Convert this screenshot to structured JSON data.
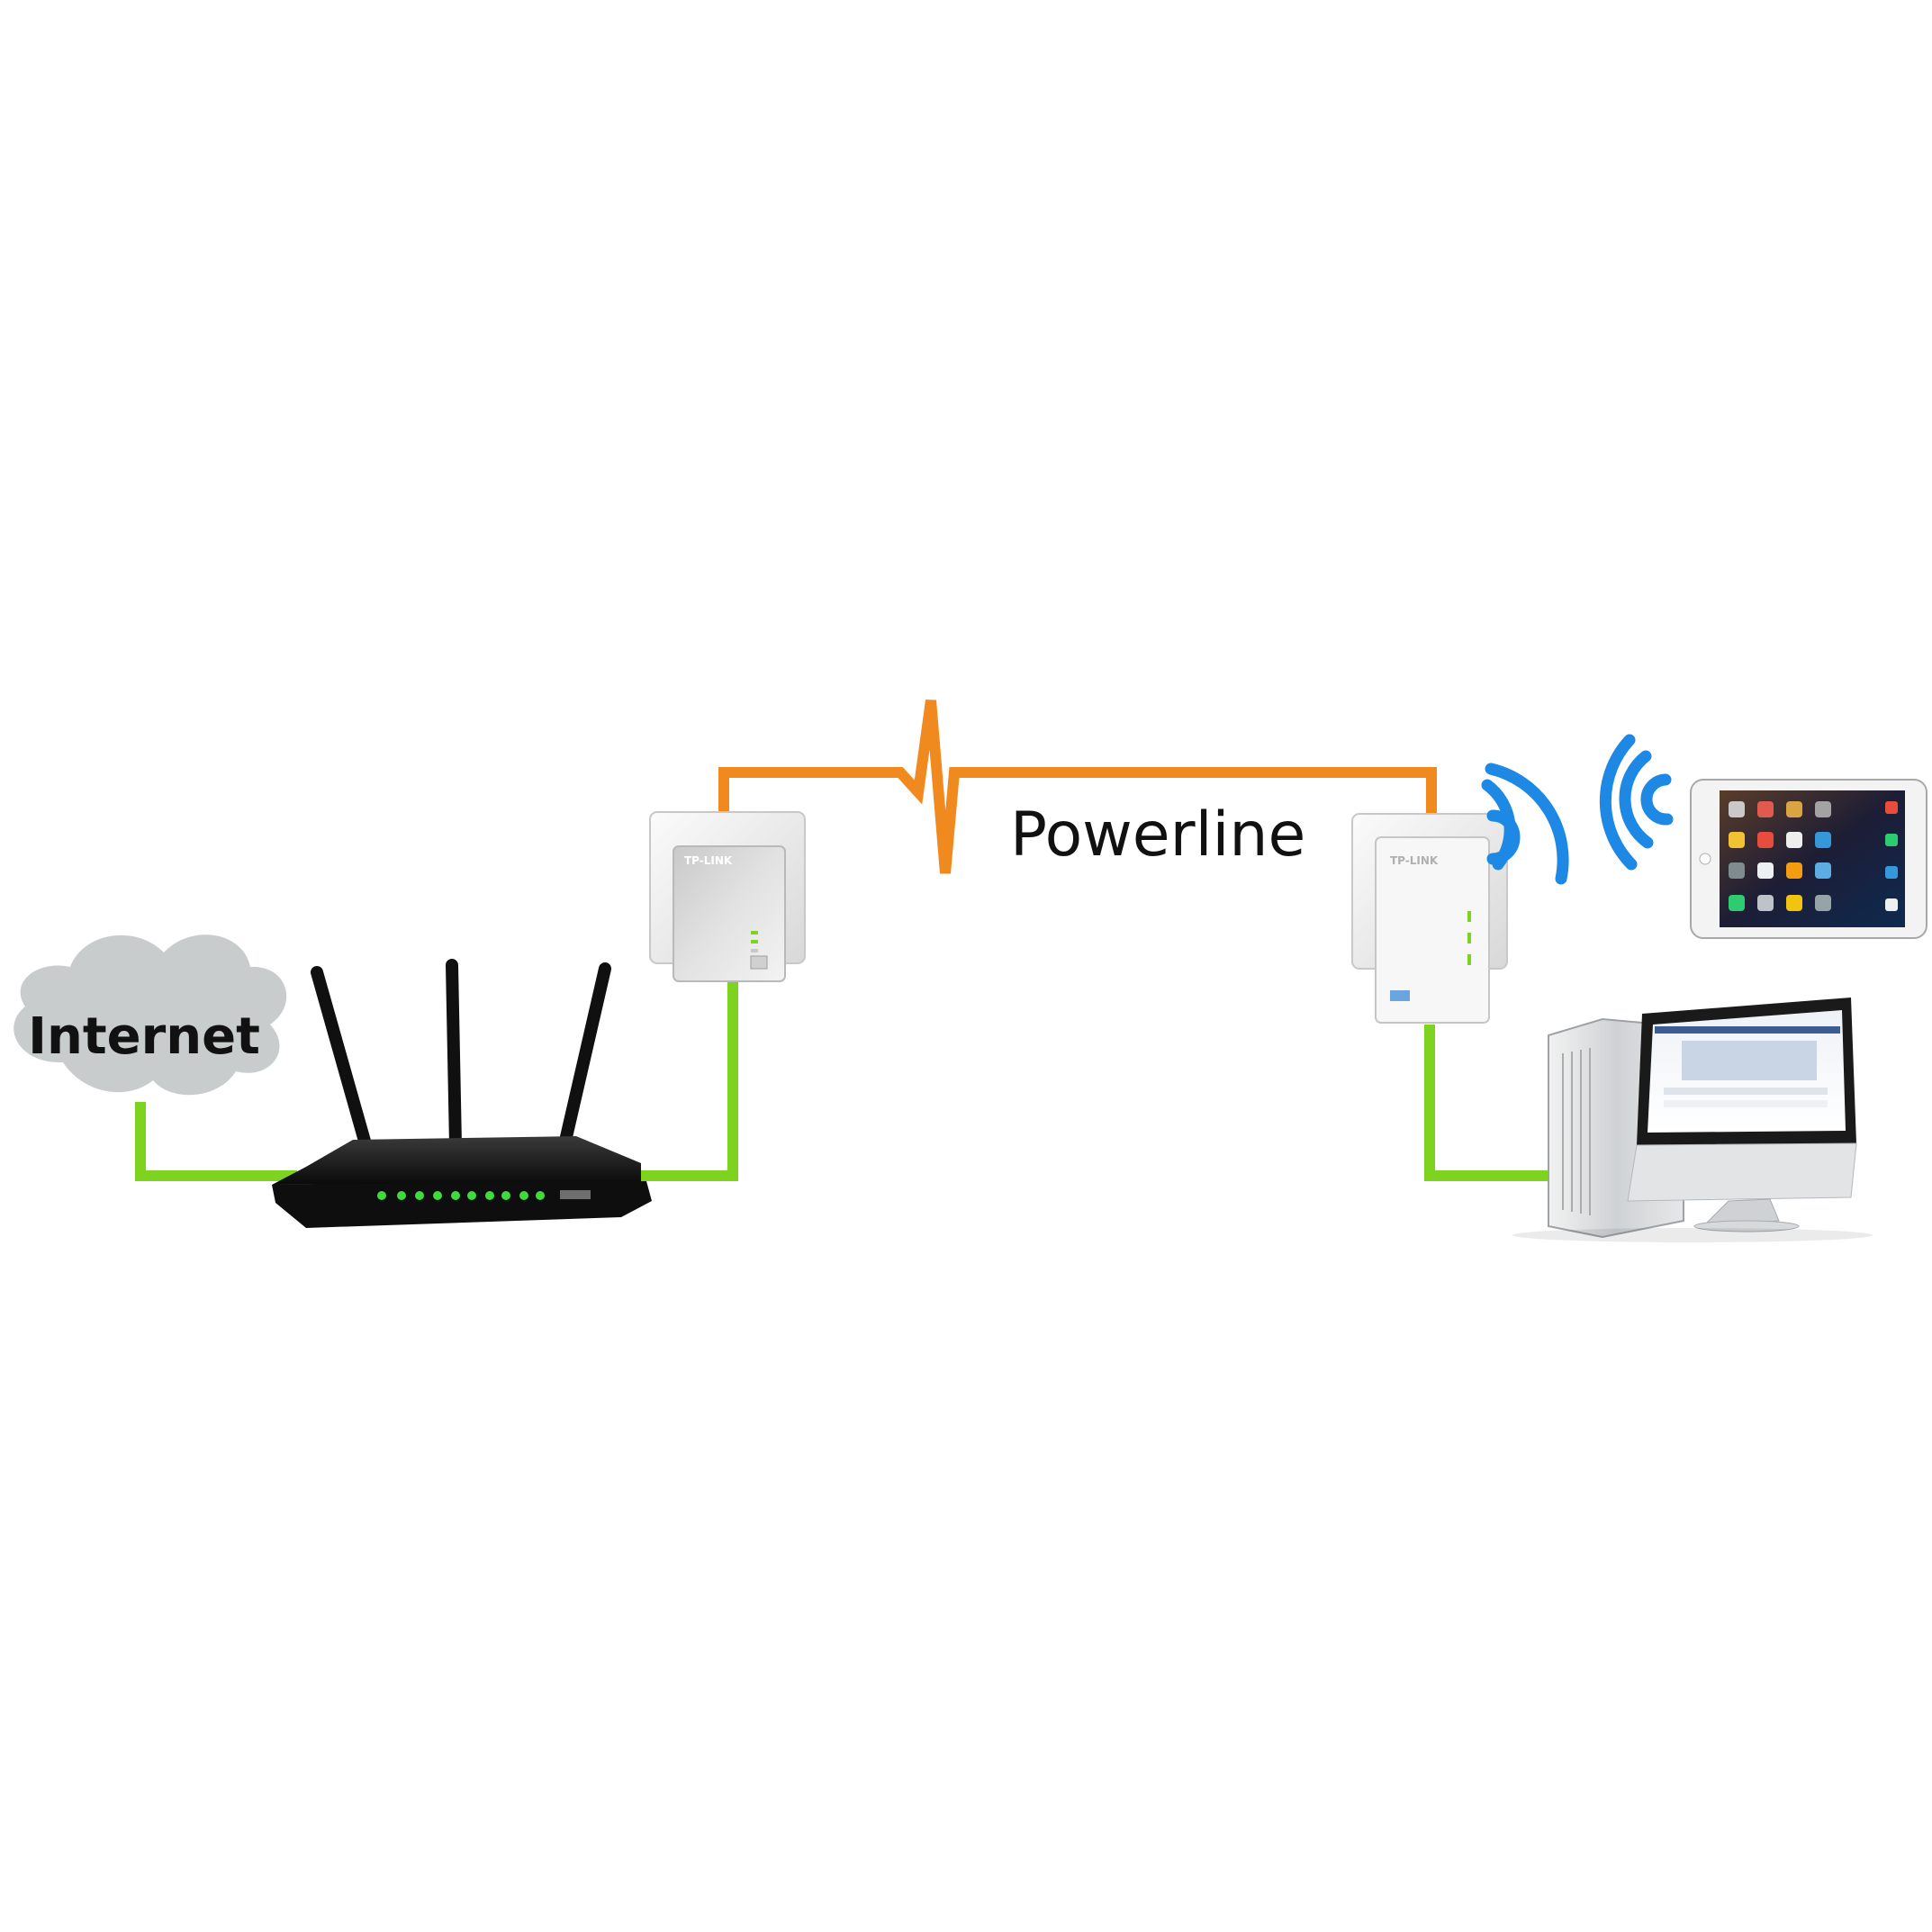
{
  "labels": {
    "internet": "Internet",
    "powerline": "Powerline"
  },
  "devices": {
    "adapter_left_brand": "TP-LINK",
    "adapter_right_brand": "TP-LINK"
  },
  "colors": {
    "background": "#ffffff",
    "ethernet_line": "#7ed321",
    "powerline_line": "#f08a1e",
    "wifi_waves": "#1e88e5",
    "cloud_fill": "#c8cccc",
    "router_body": "#141414",
    "router_led": "#3ddc3a",
    "adapter_body": "#eeeeee",
    "tablet_frame": "#f3f3f3",
    "computer_silver": "#d9dbdd",
    "screen_accent": "#3b5d93"
  }
}
